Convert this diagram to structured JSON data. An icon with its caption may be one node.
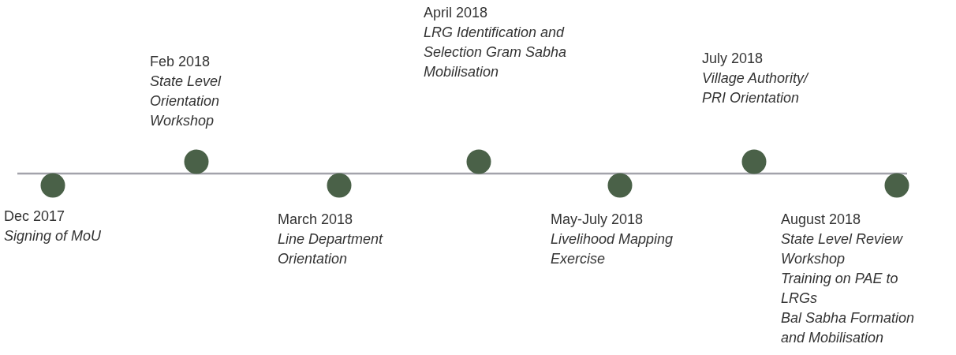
{
  "diagram": {
    "nodes": [
      {
        "text": [],
        "shape": "circle",
        "beside": [
          "Dec 2017",
          "Signing of MoU"
        ]
      },
      {
        "text": [],
        "shape": "circle",
        "beside": [
          "Feb 2018",
          "State Level Orientation Workshop"
        ]
      },
      {
        "text": [],
        "shape": "circle",
        "beside": [
          "March 2018",
          "Line Department Orientation"
        ]
      },
      {
        "text": [],
        "shape": "circle",
        "beside": [
          "April 2018",
          "LRG Identification and Selection Gram Sabha Mobilisation"
        ]
      },
      {
        "text": [],
        "shape": "circle",
        "beside": [
          "May-July 2018",
          "Livelihood Mapping Exercise"
        ]
      },
      {
        "text": [],
        "shape": "circle",
        "beside": [
          "July 2018",
          "Village Authority/ PRI Orientation"
        ]
      },
      {
        "text": [],
        "shape": "circle",
        "beside": [
          "August 2018",
          "State Level Review Workshop",
          "Training on PAE to LRGs",
          "Bal Sabha Formation and Mobilisation"
        ]
      }
    ]
  }
}
